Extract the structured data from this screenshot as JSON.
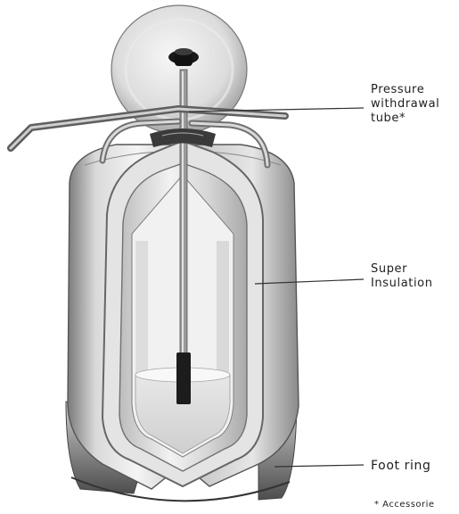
{
  "callouts": {
    "pressure_tube": {
      "lines": [
        "Pressure",
        "withdrawal",
        "tube*"
      ]
    },
    "super_insulation": {
      "lines": [
        "Super",
        "Insulation"
      ]
    },
    "foot_ring": {
      "lines": [
        "Foot ring"
      ]
    }
  },
  "footnote": "* Accessorie",
  "colors": {
    "metal_light": "#ededed",
    "metal_mid": "#c4c4c4",
    "metal_dark": "#6a6a6a",
    "interior": "#f3f3f3",
    "tube": "#8e8e8e",
    "knob": "#151515",
    "leader": "#333333"
  }
}
